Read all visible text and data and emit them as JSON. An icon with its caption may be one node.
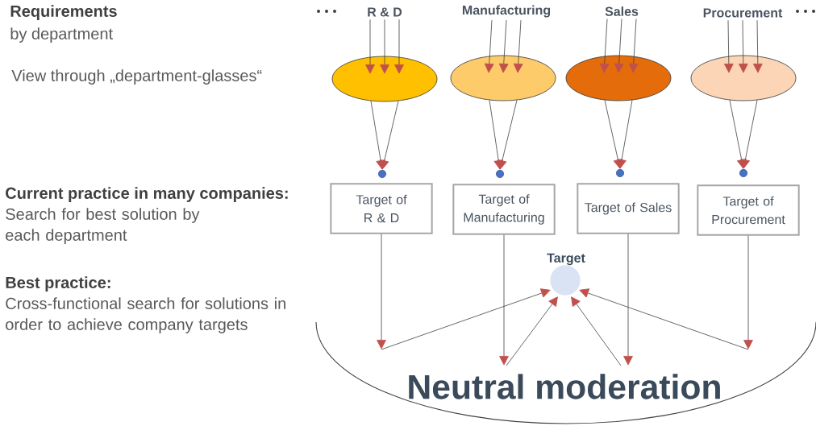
{
  "diagram": {
    "nodes": [
      {
        "text": [
          "R & D"
        ]
      },
      {
        "text": [
          "Manufacturing"
        ]
      },
      {
        "text": [
          "Sales"
        ]
      },
      {
        "text": [
          "Procurement"
        ]
      },
      {
        "text": [],
        "shape": "ellipse"
      },
      {
        "text": [],
        "shape": "ellipse"
      },
      {
        "text": [],
        "shape": "ellipse"
      },
      {
        "text": [],
        "shape": "ellipse"
      },
      {
        "text": [],
        "shape": "circle"
      },
      {
        "text": [],
        "shape": "circle"
      },
      {
        "text": [],
        "shape": "circle"
      },
      {
        "text": [],
        "shape": "circle"
      },
      {
        "text": [
          "Target of R & D"
        ]
      },
      {
        "text": [
          "Target of Manufacturing"
        ]
      },
      {
        "text": [
          "Target of Sales"
        ]
      },
      {
        "text": [
          "Target of Procurement"
        ]
      },
      {
        "text": [
          "Neutral moderation"
        ]
      },
      {
        "text": [
          "Target"
        ]
      }
    ],
    "edges": [
      {
        "from": 0,
        "to": 4,
        "arrow": "to"
      },
      {
        "from": 0,
        "to": 4,
        "arrow": "to"
      },
      {
        "from": 0,
        "to": 4,
        "arrow": "to"
      },
      {
        "from": 1,
        "to": 5,
        "arrow": "to"
      },
      {
        "from": 1,
        "to": 5,
        "arrow": "to"
      },
      {
        "from": 1,
        "to": 5,
        "arrow": "to"
      },
      {
        "from": 2,
        "to": 6,
        "arrow": "to"
      },
      {
        "from": 2,
        "to": 6,
        "arrow": "to"
      },
      {
        "from": 2,
        "to": 6,
        "arrow": "to"
      },
      {
        "from": 3,
        "to": 7,
        "arrow": "to"
      },
      {
        "from": 3,
        "to": 7,
        "arrow": "to"
      },
      {
        "from": 3,
        "to": 7,
        "arrow": "to"
      },
      {
        "from": 4,
        "to": 8,
        "arrow": "to"
      },
      {
        "from": 4,
        "to": 8,
        "arrow": "to"
      },
      {
        "from": 5,
        "to": 9,
        "arrow": "to"
      },
      {
        "from": 5,
        "to": 9,
        "arrow": "to"
      },
      {
        "from": 6,
        "to": 10,
        "arrow": "to"
      },
      {
        "from": 6,
        "to": 10,
        "arrow": "to"
      },
      {
        "from": 7,
        "to": 11,
        "arrow": "to"
      },
      {
        "from": 7,
        "to": 11,
        "arrow": "to"
      },
      {
        "from": 12,
        "to": 16,
        "arrow": "to"
      },
      {
        "from": 13,
        "to": 16,
        "arrow": "to"
      },
      {
        "from": 14,
        "to": 16,
        "arrow": "to"
      },
      {
        "from": 15,
        "to": 16,
        "arrow": "to"
      },
      {
        "from": 16,
        "to": 17,
        "arrow": "to"
      },
      {
        "from": 16,
        "to": 17,
        "arrow": "to"
      },
      {
        "from": 16,
        "to": 17,
        "arrow": "to"
      },
      {
        "from": 16,
        "to": 17,
        "arrow": "to"
      }
    ],
    "labels": [
      "Requirements",
      "by department",
      "View through „department-glasses“",
      "Current practice in many companies:",
      "Search for best solution by each department",
      "Best practice:",
      "Cross-functional search for solutions in order to achieve company targets"
    ]
  }
}
